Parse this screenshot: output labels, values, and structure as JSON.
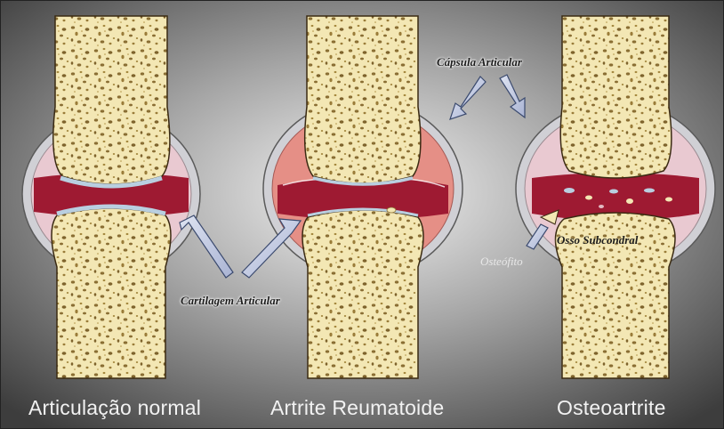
{
  "panels": {
    "normal": {
      "caption": "Articulação normal"
    },
    "rheumatoid": {
      "caption": "Artrite Reumatoide"
    },
    "osteo": {
      "caption": "Osteoartrite"
    }
  },
  "callouts": {
    "capsule": "Cápsula Articular",
    "cartilage": "Cartilagem Articular",
    "subchondral": "Osso Subcondral",
    "osteophyte": "Osteófito"
  },
  "colors": {
    "background_center": "#f4f4f4",
    "background_edge": "#3d3d3d",
    "bone": "#f3e7b4",
    "bone_outline": "#3a2a12",
    "spongy_dots": "#8a6e33",
    "cartilage": "#b9cfe0",
    "synovial_fluid": "#9e1a32",
    "capsule_normal": "#e9c9d1",
    "capsule_inflamed": "#e58f86",
    "capsule_ring": "#cfcfd4",
    "arrow_fill": "#c3cbe3"
  }
}
